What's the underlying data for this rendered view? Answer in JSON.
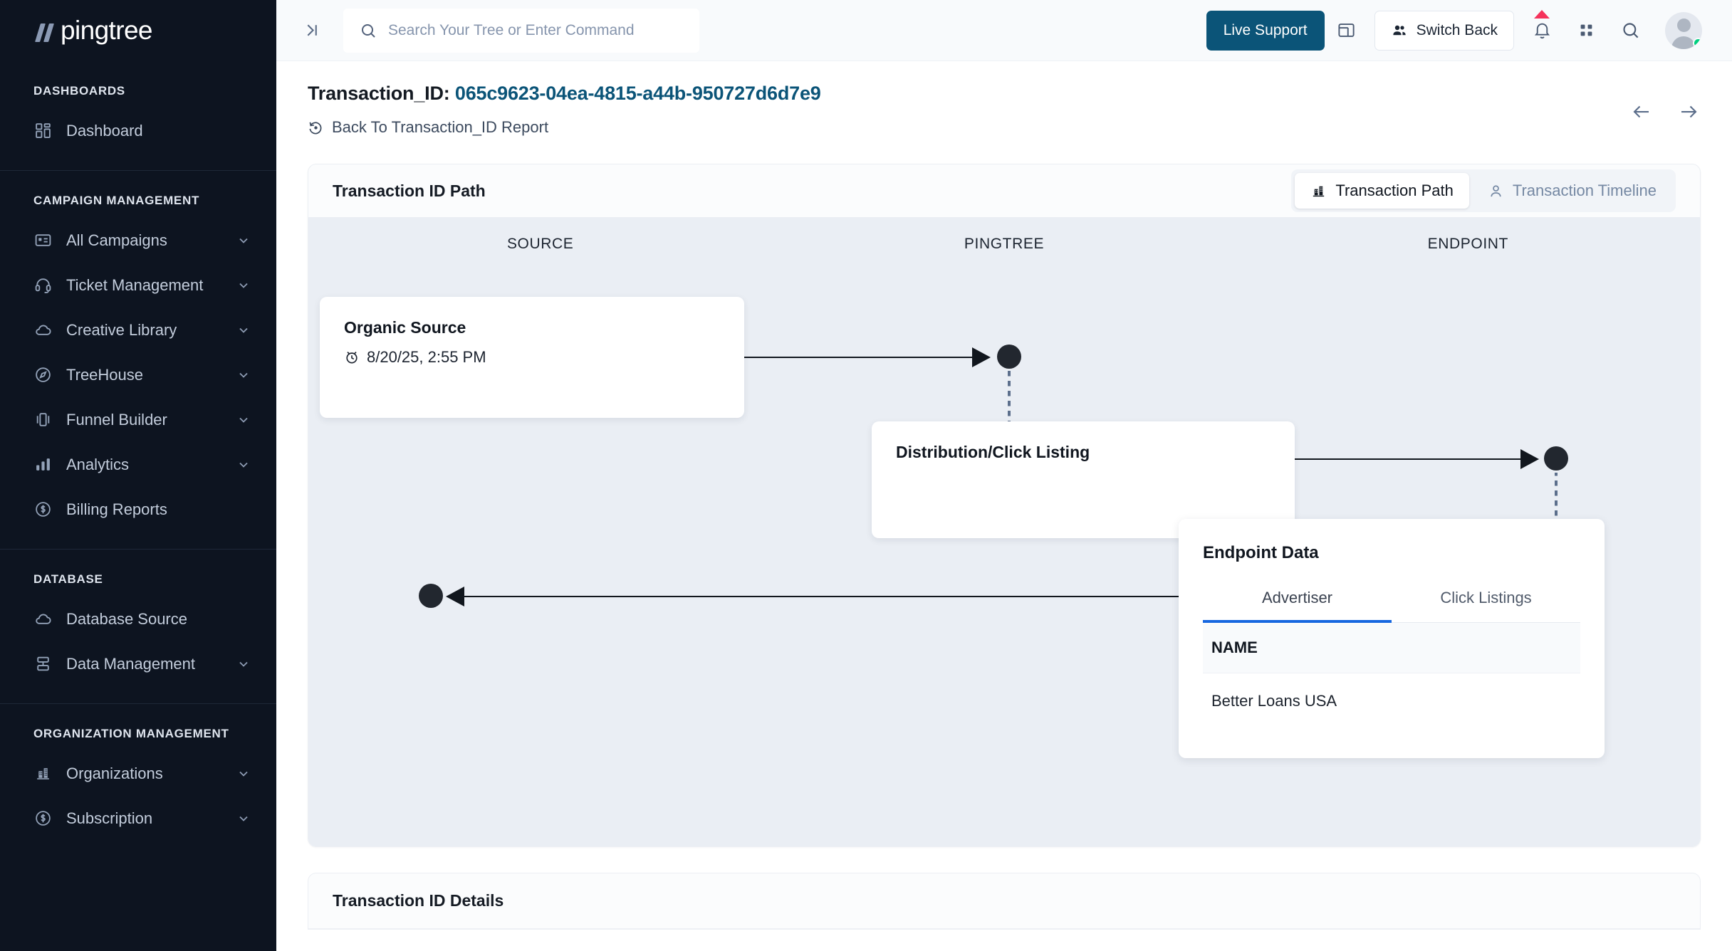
{
  "brand": {
    "name": "pingtree",
    "accent": "#0b5478"
  },
  "sidebar": {
    "sections": [
      {
        "heading": "DASHBOARDS",
        "items": [
          {
            "label": "Dashboard",
            "icon": "grid-icon",
            "chevron": false
          }
        ]
      },
      {
        "heading": "CAMPAIGN MANAGEMENT",
        "items": [
          {
            "label": "All Campaigns",
            "icon": "campaign-icon",
            "chevron": true
          },
          {
            "label": "Ticket Management",
            "icon": "headset-icon",
            "chevron": true
          },
          {
            "label": "Creative Library",
            "icon": "cloud-icon",
            "chevron": true
          },
          {
            "label": "TreeHouse",
            "icon": "compass-icon",
            "chevron": true
          },
          {
            "label": "Funnel Builder",
            "icon": "funnel-icon",
            "chevron": true
          },
          {
            "label": "Analytics",
            "icon": "bar-chart-icon",
            "chevron": true
          },
          {
            "label": "Billing Reports",
            "icon": "dollar-circle-icon",
            "chevron": false
          }
        ]
      },
      {
        "heading": "DATABASE",
        "items": [
          {
            "label": "Database Source",
            "icon": "cloud-icon",
            "chevron": false
          },
          {
            "label": "Data Management",
            "icon": "server-icon",
            "chevron": true
          }
        ]
      },
      {
        "heading": "ORGANIZATION MANAGEMENT",
        "items": [
          {
            "label": "Organizations",
            "icon": "building-icon",
            "chevron": true
          },
          {
            "label": "Subscription",
            "icon": "dollar-circle-icon",
            "chevron": true
          }
        ]
      }
    ]
  },
  "topbar": {
    "search_placeholder": "Search Your Tree or Enter Command",
    "search_value": "",
    "live_support_label": "Live Support",
    "switch_back_label": "Switch Back"
  },
  "page": {
    "title_label": "Transaction_ID:",
    "transaction_id": "065c9623-04ea-4815-a44b-950727d6d7e9",
    "back_link": "Back To Transaction_ID Report"
  },
  "path_card": {
    "title": "Transaction ID Path",
    "tabs": [
      {
        "label": "Transaction Path",
        "icon": "building-icon",
        "active": true
      },
      {
        "label": "Transaction Timeline",
        "icon": "person-icon",
        "active": false
      }
    ],
    "columns": [
      "SOURCE",
      "PINGTREE",
      "ENDPOINT"
    ],
    "nodes": [
      {
        "name": "source-node",
        "title": "Organic Source",
        "timestamp": "8/20/25, 2:55 PM"
      },
      {
        "name": "pingtree-node",
        "title": "Distribution/Click Listing",
        "timestamp": ""
      }
    ],
    "endpoint_panel": {
      "title": "Endpoint Data",
      "tabs": [
        {
          "label": "Advertiser",
          "active": true
        },
        {
          "label": "Click Listings",
          "active": false
        }
      ],
      "table": {
        "headers": [
          "NAME"
        ],
        "rows": [
          [
            "Better Loans USA"
          ]
        ]
      }
    }
  },
  "details_card": {
    "title": "Transaction ID Details"
  }
}
